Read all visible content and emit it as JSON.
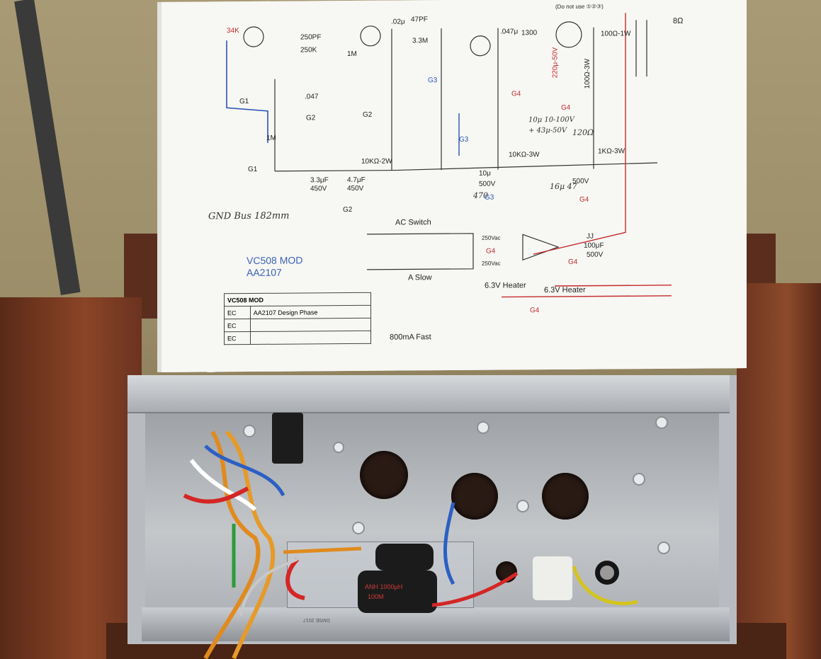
{
  "schematic": {
    "header_note": "(Do not use ①②③)",
    "title_line1": "VC508 MOD",
    "title_line2": "AA2107",
    "table_header": "VC508 MOD",
    "table_rows": [
      {
        "col1": "EC",
        "col2": "AA2107 Design Phase"
      },
      {
        "col1": "EC",
        "col2": ""
      },
      {
        "col1": "EC",
        "col2": ""
      }
    ],
    "fuse_note": "800mA Fast",
    "ac_switch": "AC Switch",
    "a_slow": "A Slow",
    "heater1": "6.3V Heater",
    "heater2": "6.3V Heater",
    "vac1": "250Vac",
    "vac2": "250Vac",
    "labels": {
      "r34k": "34K",
      "c250pf": "250PF",
      "r250k": "250K",
      "r1m_a": "1M",
      "c047": ".047",
      "c02u": ".02μ",
      "c47pf": "47PF",
      "r33m": "3.3M",
      "c047u": ".047μ",
      "r1300": "1300",
      "r100_1w": "100Ω-1W",
      "spk": "8Ω",
      "r10k2w": "10KΩ-2W",
      "r10k3w": "10KΩ-3W",
      "r1k3w": "1KΩ-3W",
      "c33u": "3.3μF",
      "v450a": "450V",
      "c47u": "4.7μF",
      "v450b": "450V",
      "r1m_b": "1M",
      "jj": "JJ",
      "c100u": "100μF",
      "v500": "500V",
      "c220": "220μ-50V",
      "r100_3w": "100Ω-3W",
      "v500b": "500V",
      "c10u": "10μ",
      "v500c": "500V"
    },
    "ground_labels": [
      "G1",
      "G1",
      "G2",
      "G2",
      "G2",
      "G3",
      "G3",
      "G3",
      "G4",
      "G4",
      "G4",
      "G4",
      "G4",
      "G4"
    ],
    "handwritten": {
      "gnd_bus": "GND Bus 182mm",
      "note_a": "10μ 10-100V",
      "note_b": "+ 43μ-50V",
      "note_c": "120Ω",
      "note_d": "470",
      "note_e": "16μ 47"
    }
  },
  "photo": {
    "capacitor_label_1": "ANH 1000μH",
    "capacitor_label_2": "100M",
    "chassis_stamp": "DMSE 2017"
  }
}
